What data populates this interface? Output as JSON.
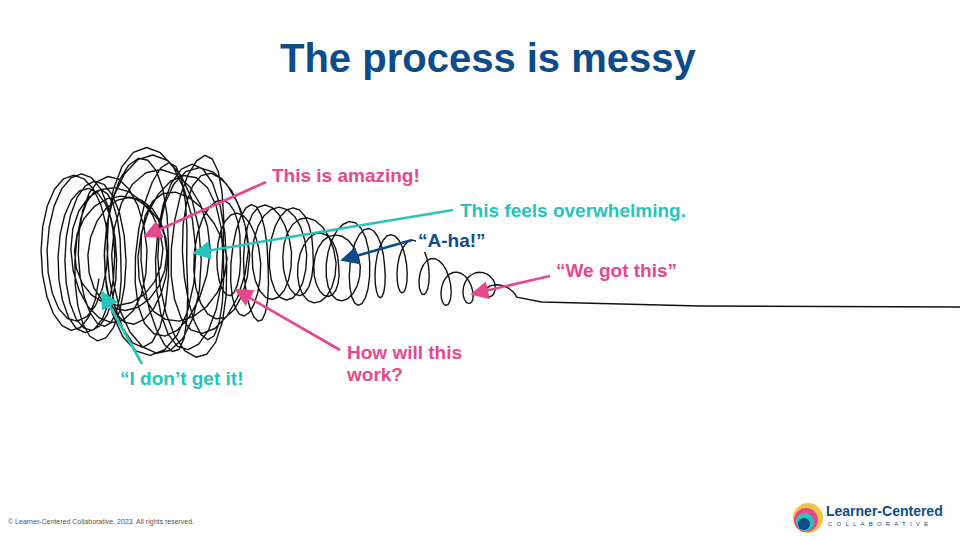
{
  "diagram": {
    "title": "The process is messy",
    "labels": [
      "This is amazing!",
      "This feels overwhelming.",
      "“A-ha!”",
      "“We got this”",
      "How will this work?",
      "“I don’t get it!",
      "© Learner-Centered Collaborative, 2023. All rights reserved.",
      "Learner-Centered",
      "COLLABORATIVE"
    ]
  }
}
